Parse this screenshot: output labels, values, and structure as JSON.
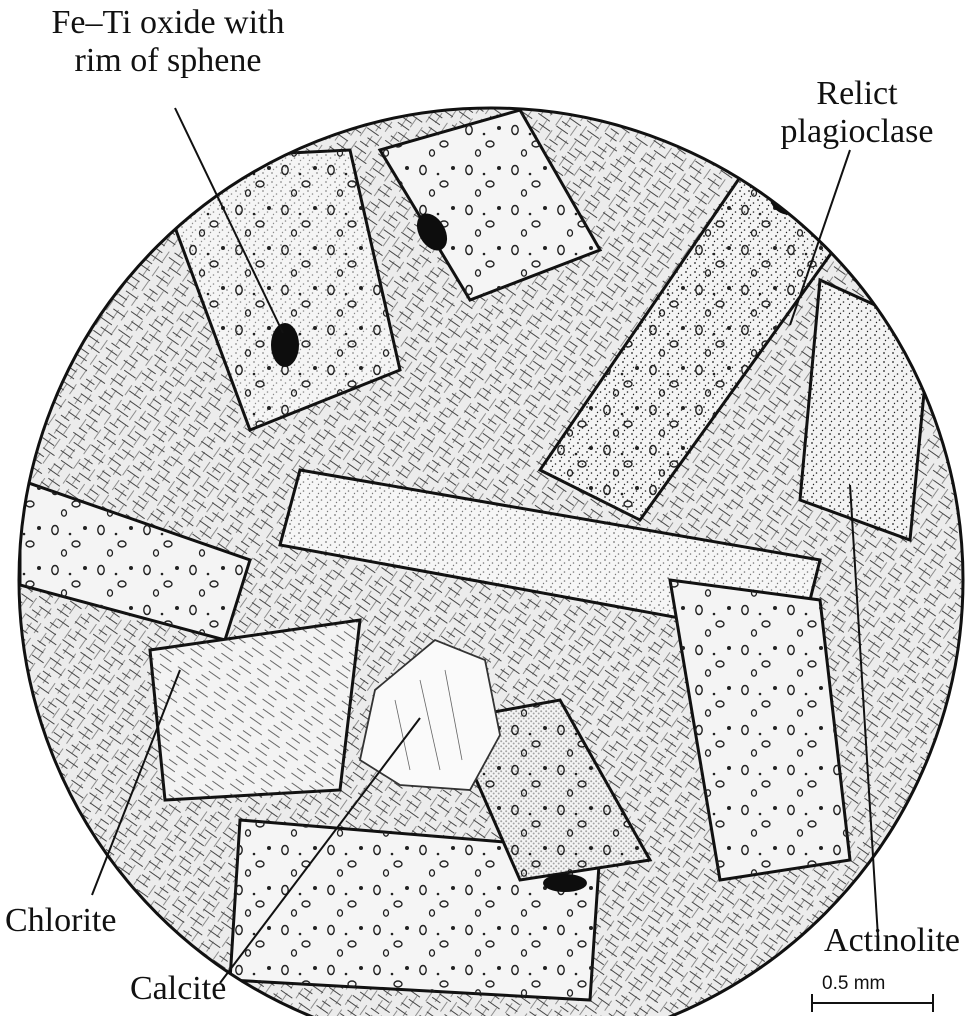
{
  "labels": {
    "fe_ti_oxide_line1": "Fe–Ti oxide with",
    "fe_ti_oxide_line2": "rim of sphene",
    "relict_plagioclase_line1": "Relict",
    "relict_plagioclase_line2": "plagioclase",
    "chlorite": "Chlorite",
    "calcite": "Calcite",
    "actinolite": "Actinolite"
  },
  "scale_bar": {
    "label": "0.5 mm"
  },
  "colors": {
    "ink": "#111111",
    "paper": "#ffffff",
    "crystal_fill": "#f3f3f3",
    "matrix_fill": "#e9e9e9"
  }
}
